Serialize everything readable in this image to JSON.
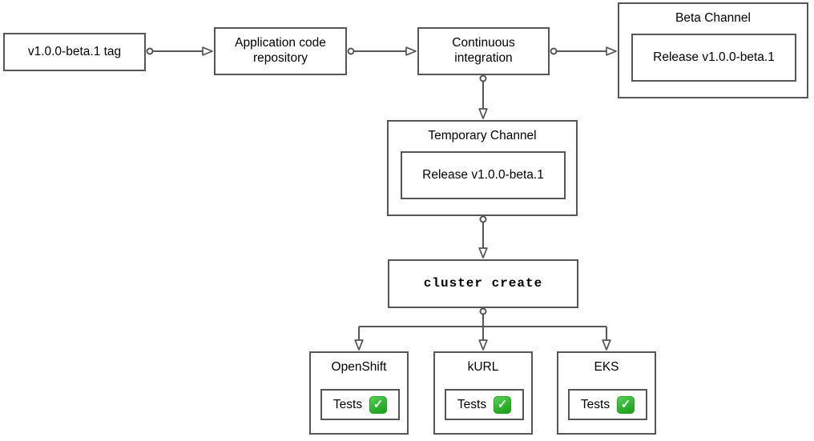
{
  "diagram": {
    "nodes": {
      "tag": {
        "label": "v1.0.0-beta.1 tag"
      },
      "repository": {
        "label": "Application code repository"
      },
      "ci": {
        "label": "Continuous integration"
      },
      "beta_channel": {
        "title": "Beta Channel",
        "release": "Release v1.0.0-beta.1"
      },
      "temporary_channel": {
        "title": "Temporary Channel",
        "release": "Release v1.0.0-beta.1"
      },
      "cluster_create": {
        "label": "cluster create"
      },
      "clusters": [
        {
          "title": "OpenShift",
          "tests_label": "Tests",
          "tests_status": "passed",
          "tests_icon": "✓"
        },
        {
          "title": "kURL",
          "tests_label": "Tests",
          "tests_status": "passed",
          "tests_icon": "✓"
        },
        {
          "title": "EKS",
          "tests_label": "Tests",
          "tests_status": "passed",
          "tests_icon": "✓"
        }
      ]
    },
    "colors": {
      "stroke": "#565656",
      "node_fill": "#ffffff",
      "text": "#000000",
      "check_green": "#2db42d",
      "check_mark": "#ffffff"
    }
  }
}
